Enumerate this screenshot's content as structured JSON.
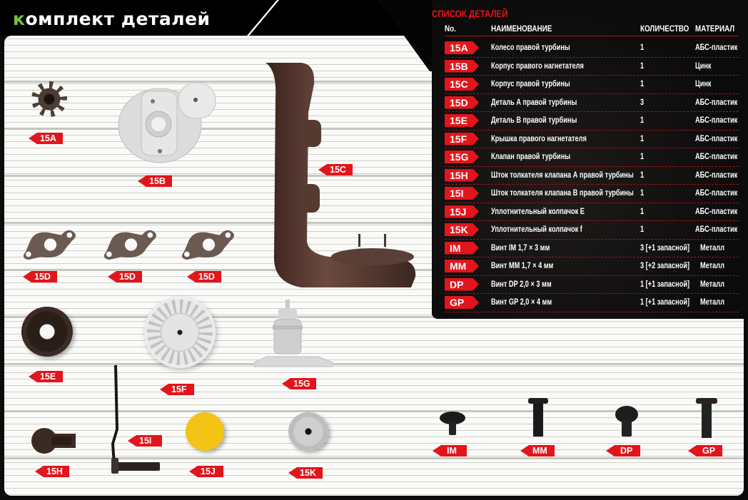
{
  "header": {
    "title_first_letter": "К",
    "title_rest": "омплект деталей"
  },
  "parts_list": {
    "title": "СПИСОК ДЕТАЛЕЙ",
    "columns": [
      "No.",
      "НАИМЕНОВАНИЕ",
      "КОЛИЧЕСТВО",
      "МАТЕРИАЛ"
    ],
    "rows": [
      {
        "no": "15A",
        "name": "Колесо правой турбины",
        "qty": "1",
        "material": "АБС-пластик"
      },
      {
        "no": "15B",
        "name": "Корпус правого нагнетателя",
        "qty": "1",
        "material": "Цинк"
      },
      {
        "no": "15C",
        "name": "Корпус правой турбины",
        "qty": "1",
        "material": "Цинк"
      },
      {
        "no": "15D",
        "name": "Деталь А правой турбины",
        "qty": "3",
        "material": "АБС-пластик"
      },
      {
        "no": "15E",
        "name": "Деталь В правой турбины",
        "qty": "1",
        "material": "АБС-пластик"
      },
      {
        "no": "15F",
        "name": "Крышка правого нагнетателя",
        "qty": "1",
        "material": "АБС-пластик"
      },
      {
        "no": "15G",
        "name": "Клапан правой турбины",
        "qty": "1",
        "material": "АБС-пластик"
      },
      {
        "no": "15H",
        "name": "Шток толкателя клапана А правой турбины",
        "qty": "1",
        "material": "АБС-пластик"
      },
      {
        "no": "15I",
        "name": "Шток толкателя клапана В правой турбины",
        "qty": "1",
        "material": "АБС-пластик"
      },
      {
        "no": "15J",
        "name": "Уплотнительный колпачок Е",
        "qty": "1",
        "material": "АБС-пластик"
      },
      {
        "no": "15K",
        "name": "Уплотнительный колпачок f",
        "qty": "1",
        "material": "АБС-пластик"
      },
      {
        "no": "IM",
        "name": "Винт IM 1,7 × 3 мм",
        "qty": "3 [+1 запасной]",
        "material": "Металл"
      },
      {
        "no": "MM",
        "name": "Винт ММ 1,7 × 4 мм",
        "qty": "3 [+2 запасной]",
        "material": "Металл"
      },
      {
        "no": "DP",
        "name": "Винт DP 2,0 × 3 мм",
        "qty": "1 [+1 запасной]",
        "material": "Металл"
      },
      {
        "no": "GP",
        "name": "Винт GP 2,0 × 4 мм",
        "qty": "1 [+1 запасной]",
        "material": "Металл"
      }
    ]
  },
  "part_labels": {
    "a": "15A",
    "b": "15B",
    "c": "15C",
    "d1": "15D",
    "d2": "15D",
    "d3": "15D",
    "e": "15E",
    "f": "15F",
    "g": "15G",
    "h": "15H",
    "i": "15I",
    "j": "15J",
    "k": "15K",
    "im": "IM",
    "mm": "MM",
    "dp": "DP",
    "gp": "GP"
  },
  "colors": {
    "accent_red": "#e3141b",
    "title_green": "#7ac143",
    "table_bg": "#0c0b0b",
    "panel_bg": "#fafaf8",
    "cap_yellow": "#f3c316"
  }
}
